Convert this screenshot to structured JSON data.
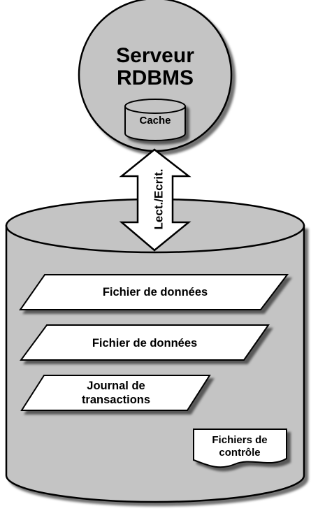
{
  "server": {
    "title_line1": "Serveur",
    "title_line2": "RDBMS",
    "cache_label": "Cache"
  },
  "arrow": {
    "label": "Lect./Ecrit."
  },
  "database": {
    "files": [
      {
        "line1": "Fichier de données",
        "line2": ""
      },
      {
        "line1": "Fichier de données",
        "line2": ""
      },
      {
        "line1": "Journal de",
        "line2": "transactions"
      }
    ],
    "control_files": {
      "line1": "Fichiers de",
      "line2": "contrôle"
    }
  },
  "colors": {
    "fill_gray": "#c4c4c4",
    "outline": "#000000",
    "box_fill": "#ffffff"
  }
}
